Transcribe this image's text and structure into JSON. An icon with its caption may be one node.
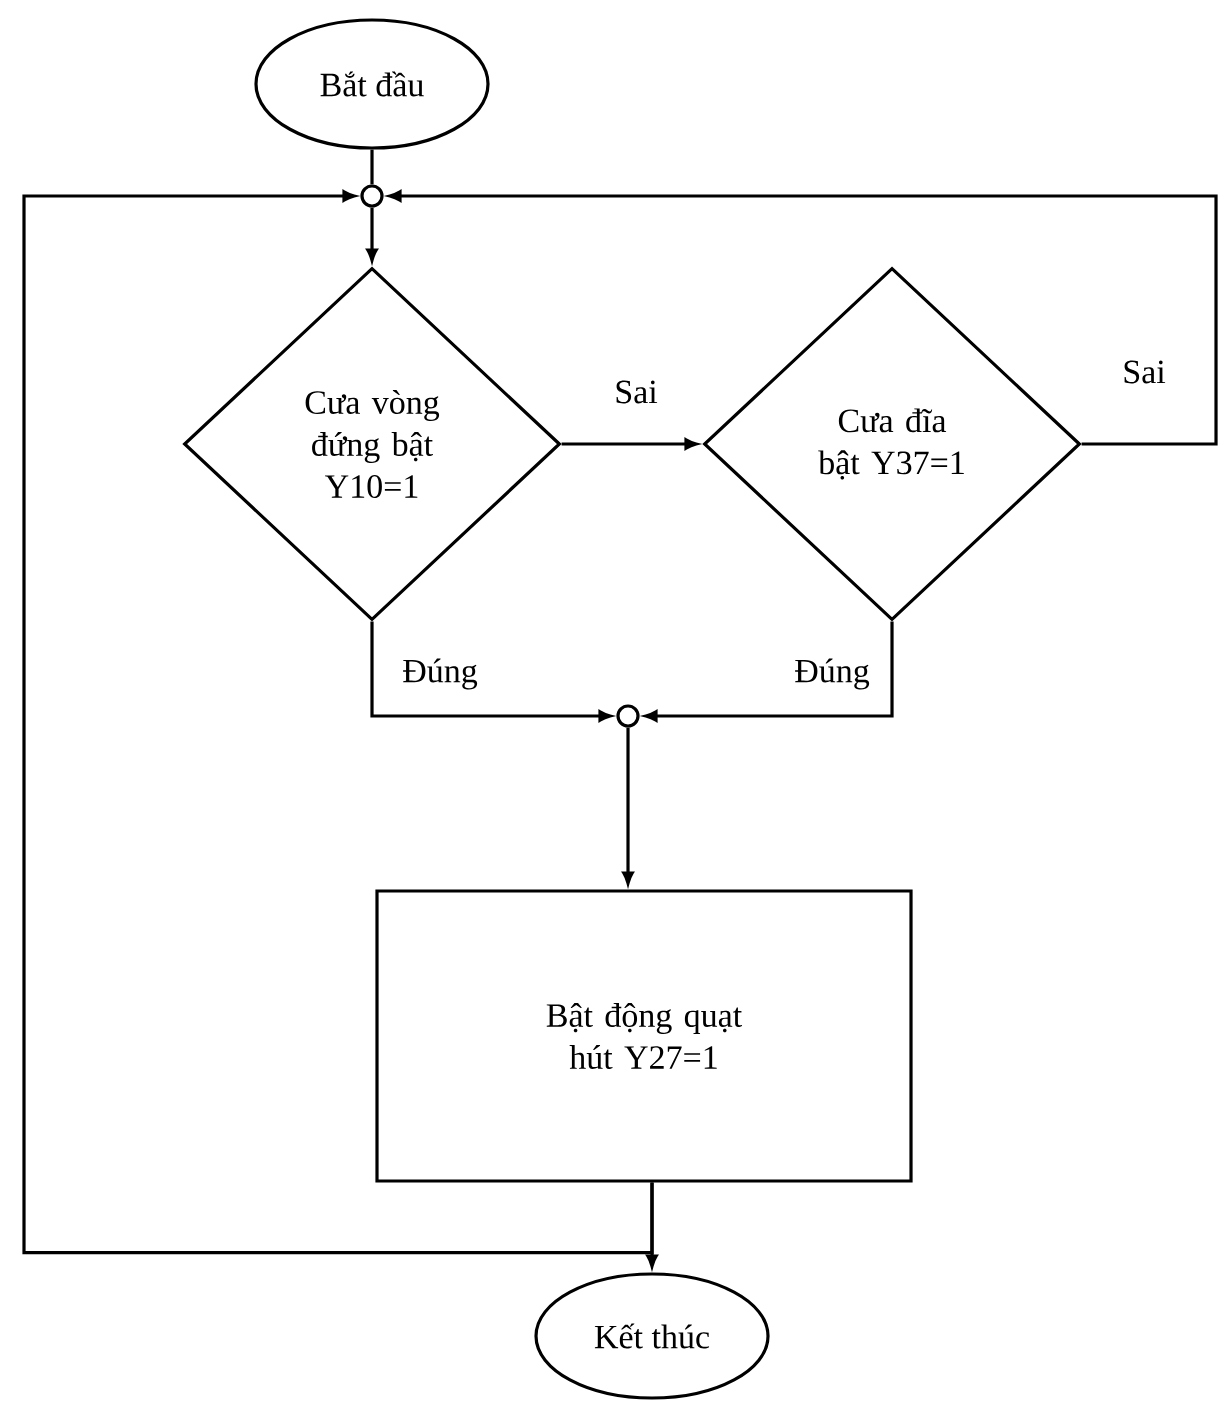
{
  "diagram": {
    "nodes": [
      {
        "text": [
          "Bắt đầu"
        ]
      },
      {
        "text": [],
        "shape": "circle"
      },
      {
        "text": [
          "Cưa vòng đứng bật Y10=1"
        ]
      },
      {
        "text": [
          "Cưa đĩa bật Y37=1"
        ]
      },
      {
        "text": [],
        "shape": "circle"
      },
      {
        "text": [
          "Bật động quạt hút Y27=1"
        ]
      },
      {
        "text": [
          "Kết thúc"
        ]
      }
    ],
    "edges": [
      {
        "from": 0,
        "to": 1,
        "arrow": "none"
      },
      {
        "from": 1,
        "to": 2,
        "arrow": "to"
      },
      {
        "from": 2,
        "to": 3,
        "arrow": "to",
        "label": "Sai"
      },
      {
        "from": 3,
        "to": 1,
        "arrow": "to",
        "label": "Sai"
      },
      {
        "from": 2,
        "to": 4,
        "arrow": "to",
        "label": "Đúng"
      },
      {
        "from": 3,
        "to": 4,
        "arrow": "to",
        "label": "Đúng"
      },
      {
        "from": 4,
        "to": 5,
        "arrow": "to"
      },
      {
        "from": 5,
        "to": 6,
        "arrow": "to"
      },
      {
        "from": 5,
        "to": 1,
        "arrow": "to"
      }
    ]
  }
}
